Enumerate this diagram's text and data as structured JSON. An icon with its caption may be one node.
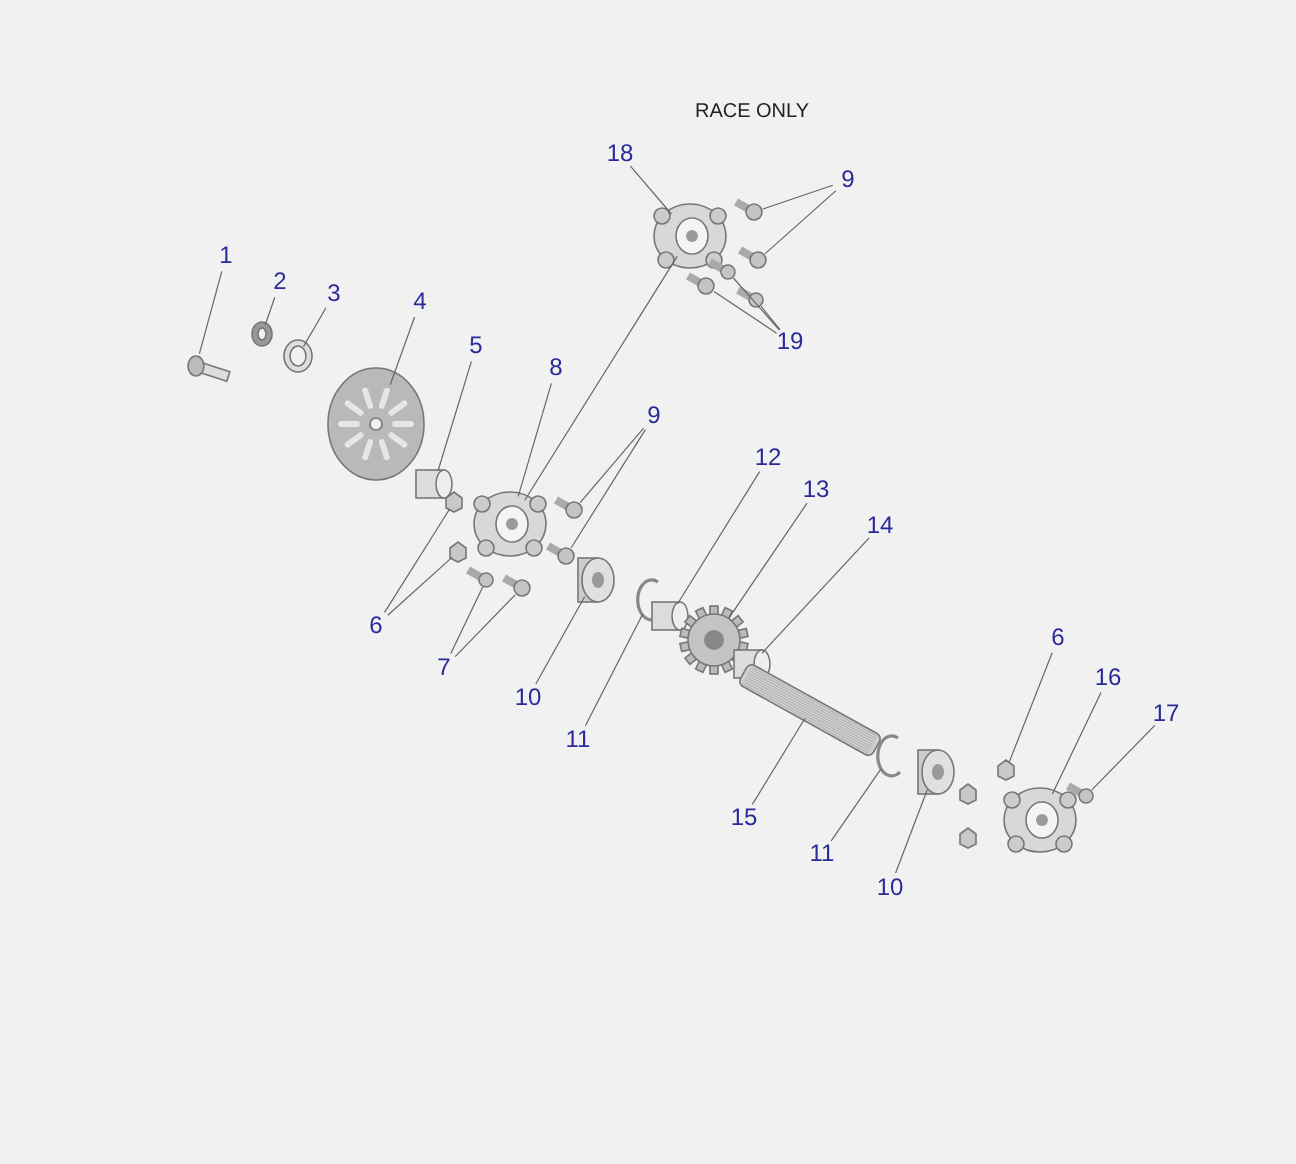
{
  "diagram": {
    "nodes": [
      {
        "text": [
          "18"
        ]
      },
      {
        "text": [
          "9"
        ]
      },
      {
        "text": [
          "1"
        ]
      },
      {
        "text": [
          "2"
        ]
      },
      {
        "text": [
          "3"
        ]
      },
      {
        "text": [
          "4"
        ]
      },
      {
        "text": [
          "19"
        ]
      },
      {
        "text": [
          "5"
        ]
      },
      {
        "text": [
          "8"
        ]
      },
      {
        "text": [
          "9"
        ]
      },
      {
        "text": [
          "12"
        ]
      },
      {
        "text": [
          "13"
        ]
      },
      {
        "text": [
          "14"
        ]
      },
      {
        "text": [
          "6"
        ]
      },
      {
        "text": [
          "6"
        ]
      },
      {
        "text": [
          "7"
        ]
      },
      {
        "text": [
          "16"
        ]
      },
      {
        "text": [
          "10"
        ]
      },
      {
        "text": [
          "17"
        ]
      },
      {
        "text": [
          "11"
        ]
      },
      {
        "text": [
          "15"
        ]
      },
      {
        "text": [
          "11"
        ]
      },
      {
        "text": [
          "10"
        ]
      },
      {
        "text": [],
        "shape": "hub"
      },
      {
        "text": [],
        "shape": "bolt"
      },
      {
        "text": [],
        "shape": "bolt"
      },
      {
        "text": [],
        "shape": "bolt"
      },
      {
        "text": [],
        "shape": "bolt"
      },
      {
        "text": [],
        "shape": "bolt"
      },
      {
        "text": [],
        "shape": "bolt"
      },
      {
        "text": [],
        "shape": "washer"
      },
      {
        "text": [],
        "shape": "washer"
      },
      {
        "text": [],
        "shape": "disc"
      },
      {
        "text": [],
        "shape": "spacer"
      },
      {
        "text": [],
        "shape": "hub"
      },
      {
        "text": [],
        "shape": "bolt"
      },
      {
        "text": [],
        "shape": "bolt"
      },
      {
        "text": [],
        "shape": "nut"
      },
      {
        "text": [],
        "shape": "nut"
      },
      {
        "text": [],
        "shape": "bolt"
      },
      {
        "text": [],
        "shape": "bolt"
      },
      {
        "text": [],
        "shape": "bearing"
      },
      {
        "text": [],
        "shape": "ring"
      },
      {
        "text": [],
        "shape": "spacer"
      },
      {
        "text": [],
        "shape": "sprocket"
      },
      {
        "text": [],
        "shape": "spacer"
      },
      {
        "text": [],
        "shape": "shaft"
      },
      {
        "text": [],
        "shape": "ring"
      },
      {
        "text": [],
        "shape": "bearing"
      },
      {
        "text": [],
        "shape": "nut"
      },
      {
        "text": [],
        "shape": "hub"
      },
      {
        "text": [],
        "shape": "bolt"
      }
    ],
    "edges": [
      {
        "from": 0,
        "to": 23,
        "arrow": "none"
      },
      {
        "from": 1,
        "to": 24,
        "arrow": "none"
      },
      {
        "from": 1,
        "to": 25,
        "arrow": "none"
      },
      {
        "from": 2,
        "to": 29,
        "arrow": "none"
      },
      {
        "from": 3,
        "to": 30,
        "arrow": "none"
      },
      {
        "from": 4,
        "to": 31,
        "arrow": "none"
      },
      {
        "from": 5,
        "to": 32,
        "arrow": "none"
      },
      {
        "from": 6,
        "to": 26,
        "arrow": "none"
      },
      {
        "from": 6,
        "to": 27,
        "arrow": "none"
      },
      {
        "from": 6,
        "to": 28,
        "arrow": "none"
      },
      {
        "from": 7,
        "to": 33,
        "arrow": "none"
      },
      {
        "from": 8,
        "to": 34,
        "arrow": "none"
      },
      {
        "from": 9,
        "to": 35,
        "arrow": "none"
      },
      {
        "from": 9,
        "to": 36,
        "arrow": "none"
      },
      {
        "from": 10,
        "to": 43,
        "arrow": "none"
      },
      {
        "from": 11,
        "to": 44,
        "arrow": "none"
      },
      {
        "from": 12,
        "to": 45,
        "arrow": "none"
      },
      {
        "from": 13,
        "to": 37,
        "arrow": "none"
      },
      {
        "from": 13,
        "to": 38,
        "arrow": "none"
      },
      {
        "from": 14,
        "to": 49,
        "arrow": "none"
      },
      {
        "from": 15,
        "to": 39,
        "arrow": "none"
      },
      {
        "from": 15,
        "to": 40,
        "arrow": "none"
      },
      {
        "from": 16,
        "to": 50,
        "arrow": "none"
      },
      {
        "from": 17,
        "to": 41,
        "arrow": "none"
      },
      {
        "from": 18,
        "to": 51,
        "arrow": "none"
      },
      {
        "from": 19,
        "to": 42,
        "arrow": "none"
      },
      {
        "from": 20,
        "to": 46,
        "arrow": "none"
      },
      {
        "from": 21,
        "to": 47,
        "arrow": "none"
      },
      {
        "from": 22,
        "to": 48,
        "arrow": "none"
      },
      {
        "from": 23,
        "to": 34,
        "arrow": "none"
      }
    ],
    "labels": [
      "RACE ONLY"
    ]
  }
}
